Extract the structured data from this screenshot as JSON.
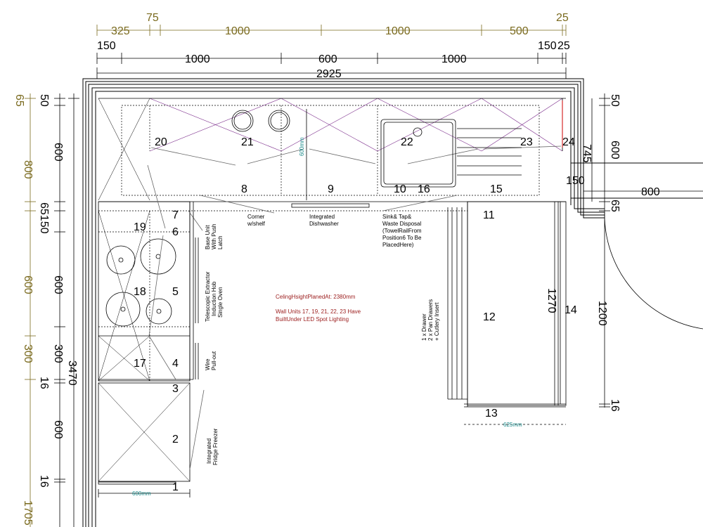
{
  "colors": {
    "line": "#000000",
    "overall_dims": "#7a6a1e",
    "notes": "#9b1c1c",
    "diagonals": "#7a2a8a"
  },
  "top_dims": {
    "row1": [
      "325",
      "75",
      "1000",
      "1000",
      "500",
      "25"
    ],
    "row2": [
      "150",
      "1000",
      "600",
      "1000",
      "150",
      "25"
    ],
    "overall": "2925"
  },
  "left_dims": {
    "outer": [
      "65",
      "800",
      "600",
      "300",
      "1705"
    ],
    "inner": [
      "50",
      "600",
      "65150",
      "600",
      "300",
      "16",
      "600",
      "16"
    ],
    "overall": "3470"
  },
  "right_dims": [
    "50",
    "600",
    "745",
    "65",
    "1200",
    "16"
  ],
  "other_dims": {
    "d150": "150",
    "d800": "800",
    "d1270": "1270",
    "d600mm_wall": "600mm",
    "d600mm_bottom": "600mm",
    "d625mm": "625mm"
  },
  "unit_numbers": [
    "20",
    "21",
    "22",
    "23",
    "24",
    "8",
    "9",
    "10",
    "16",
    "15",
    "19",
    "7",
    "6",
    "18",
    "5",
    "17",
    "4",
    "3",
    "2",
    "1",
    "11",
    "12",
    "14",
    "13"
  ],
  "labels": {
    "corner": [
      "Corner",
      "w/shelf"
    ],
    "dishwasher": [
      "Integrated",
      "Dishwasher"
    ],
    "sink": [
      "Sink& Tap&",
      "Waste Disposal",
      "(TowelRailFrom",
      "Position6 To Be",
      "PlacedHere)"
    ],
    "base_unit": [
      "Base Unit",
      "With Push",
      "Latch"
    ],
    "cooking": [
      "Telescopic Extractor",
      "Induction Hob",
      "Single Oven"
    ],
    "wire": [
      "Wire",
      "Pull-out"
    ],
    "fridge": [
      "Integrated",
      "Fridge Freezer"
    ],
    "drawers": [
      "1 x Drawer",
      "2 x Pan Drawers",
      "+ Cutlery Insert"
    ]
  },
  "notes": {
    "ceiling": "CelingHsightPlanedAt: 2380mm",
    "lighting_1": "Wall Units 17, 19, 21, 22, 23 Have",
    "lighting_2": "BuiltUnder LED Spot Lighting"
  }
}
